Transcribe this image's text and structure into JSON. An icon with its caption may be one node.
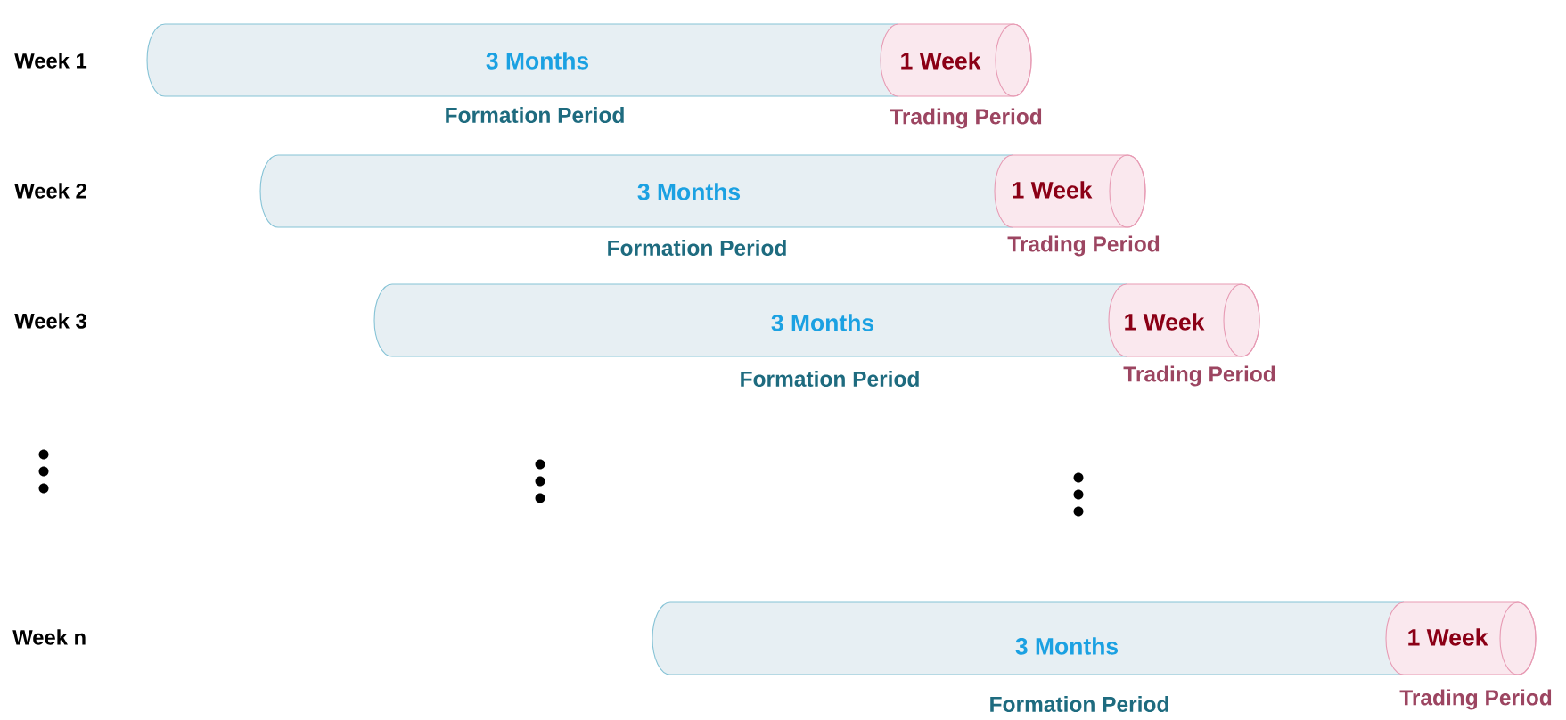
{
  "diagram": {
    "nodes": [
      {
        "text": [
          "3 Months"
        ],
        "beside": [
          "Formation Period"
        ]
      },
      {
        "text": [
          "1 Week"
        ],
        "beside": [
          "Trading Period"
        ]
      },
      {
        "text": [
          "3 Months"
        ],
        "beside": [
          "Formation Period"
        ]
      },
      {
        "text": [
          "1 Week"
        ],
        "beside": [
          "Trading Period"
        ]
      },
      {
        "text": [
          "3 Months"
        ],
        "beside": [
          "Formation Period"
        ]
      },
      {
        "text": [
          "1 Week"
        ],
        "beside": [
          "Trading Period"
        ]
      },
      {
        "text": [
          "3 Months"
        ],
        "beside": [
          "Formation Period"
        ]
      },
      {
        "text": [
          "1 Week"
        ],
        "beside": [
          "Trading Period"
        ]
      }
    ],
    "labels": [
      "Week 1",
      "Week 2",
      "Week 3",
      "Week n"
    ]
  }
}
